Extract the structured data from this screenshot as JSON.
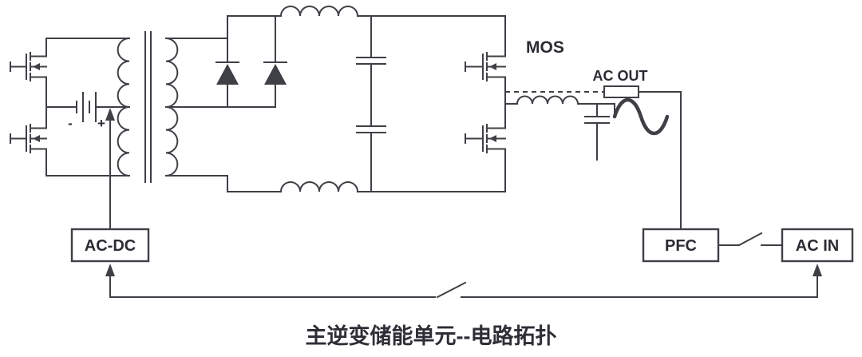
{
  "diagram": {
    "title": "主逆变储能单元--电路拓扑",
    "labels": {
      "mos": "MOS",
      "ac_out": "AC OUT",
      "battery_minus": "-",
      "battery_plus": "+"
    },
    "blocks": {
      "ac_dc": "AC-DC",
      "pfc": "PFC",
      "ac_in": "AC IN"
    },
    "colors": {
      "line": "#3f3f46",
      "text": "#2b2b33",
      "background": "#ffffff"
    },
    "icons": [
      "mosfet-icon",
      "battery-icon",
      "transformer-icon",
      "diode-icon",
      "inductor-icon",
      "capacitor-icon",
      "ac-wave-icon",
      "switch-icon",
      "up-arrow-icon"
    ]
  }
}
